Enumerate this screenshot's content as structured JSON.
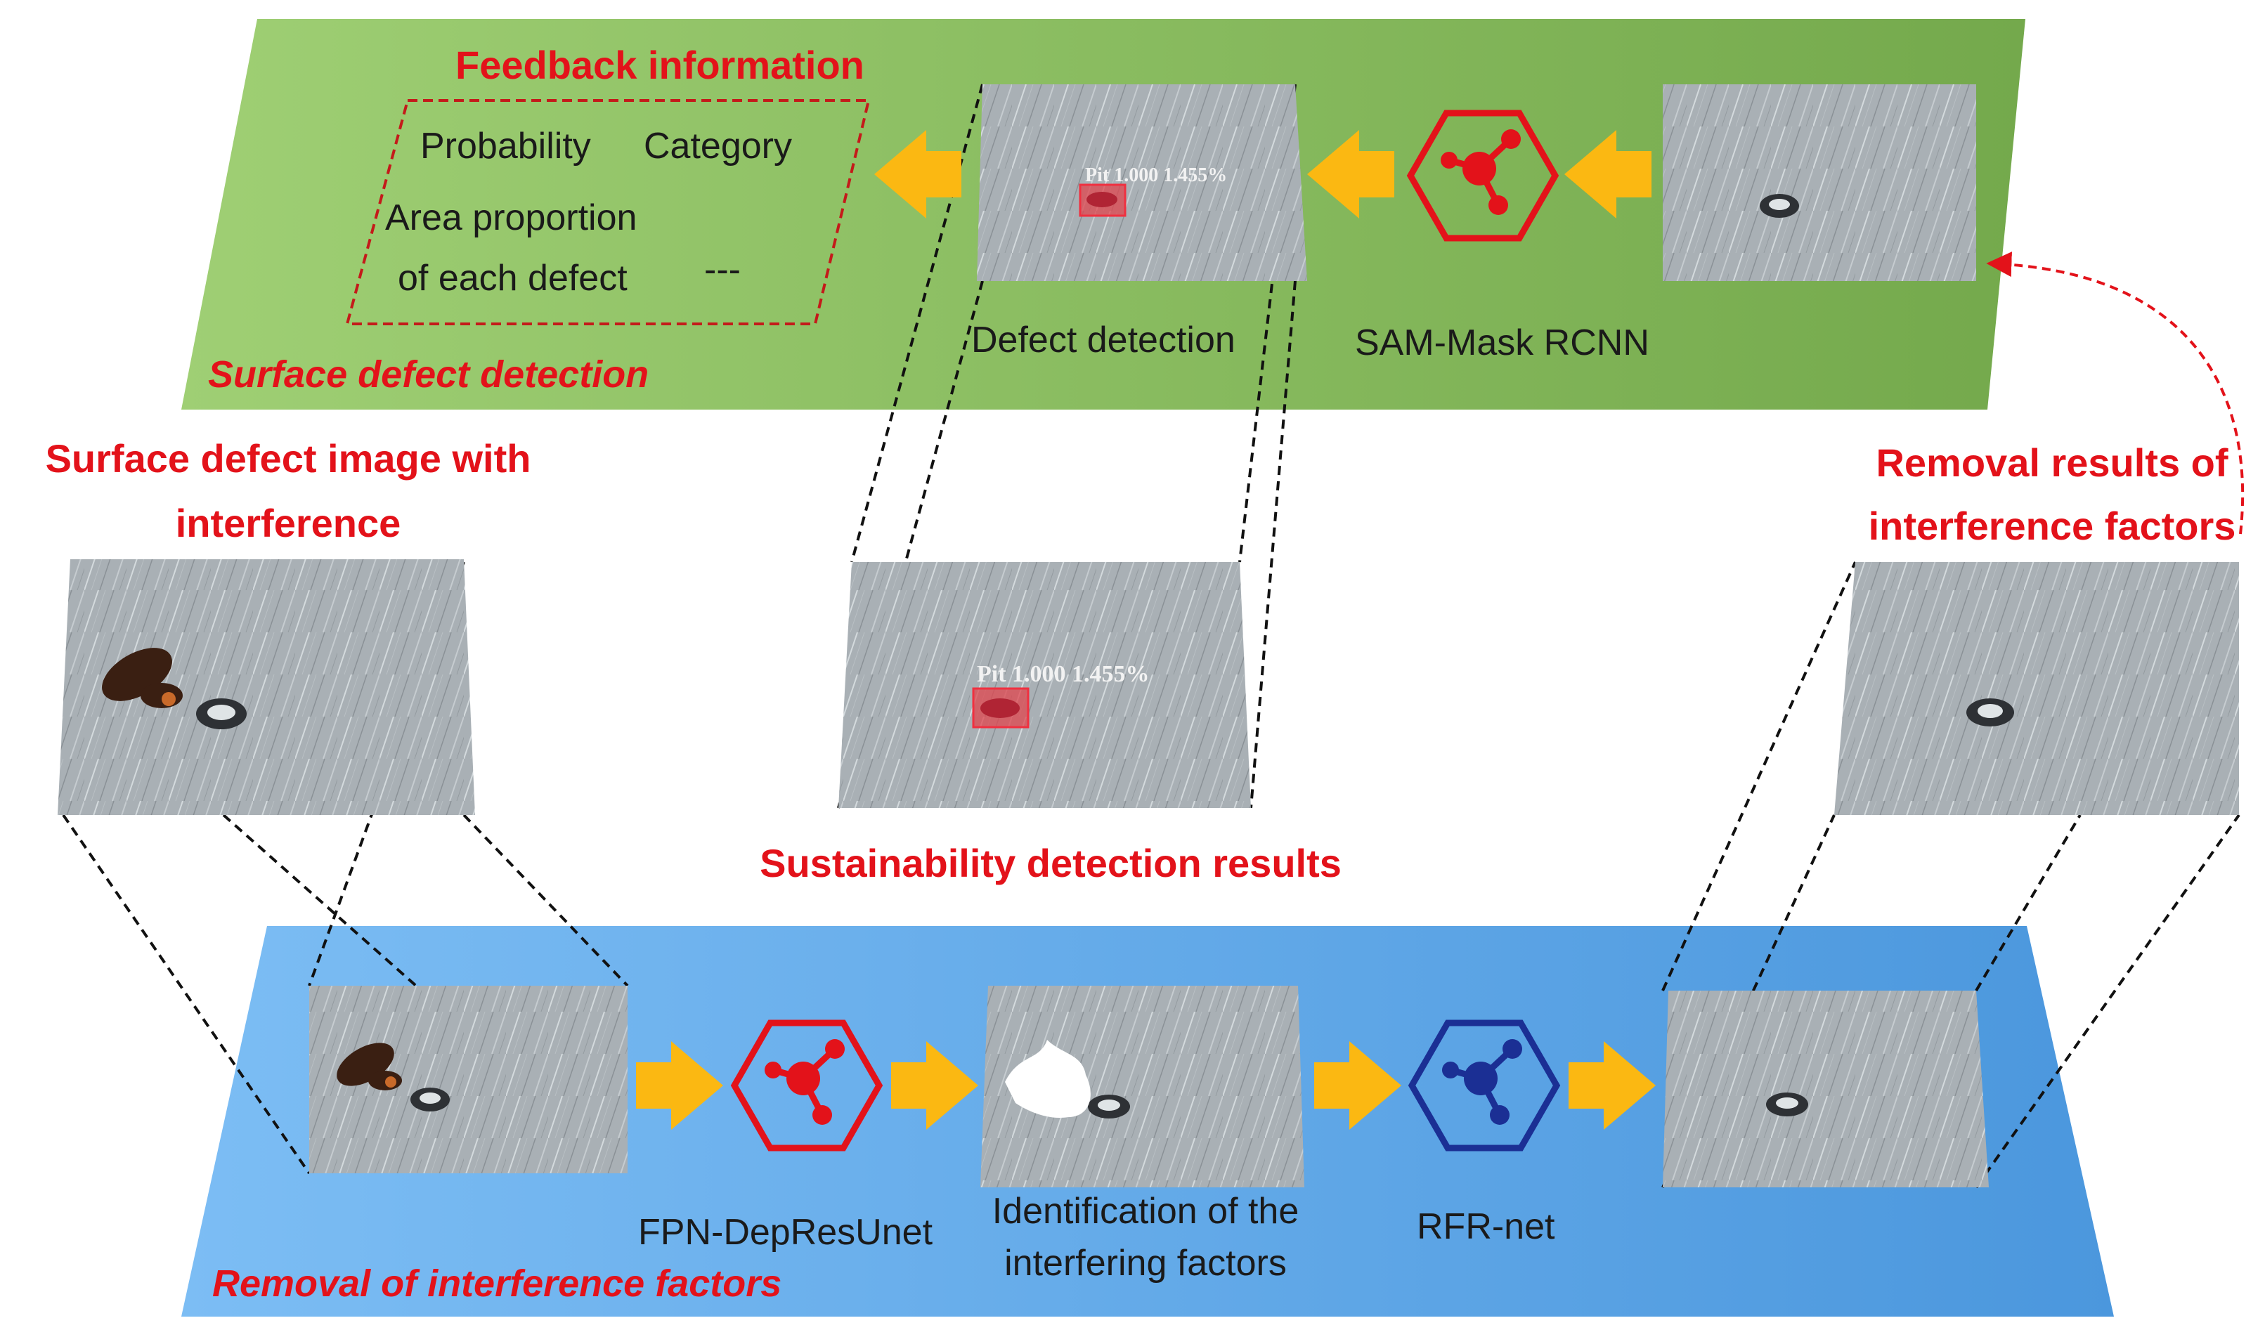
{
  "top_panel": {
    "title": "Surface defect detection",
    "feedback_title": "Feedback information",
    "feedback_items": [
      "Probability",
      "Category",
      "Area proportion",
      "of each defect",
      "---"
    ],
    "model_label": "SAM-Mask RCNN",
    "step_label": "Defect detection",
    "detection_overlay_text": "Pit 1.000 1.455%"
  },
  "bottom_panel": {
    "title": "Removal of interference factors",
    "model1_label": "FPN-DepResUnet",
    "step_label_line1": "Identification of the",
    "step_label_line2": "interfering factors",
    "model2_label": "RFR-net"
  },
  "side_labels": {
    "left_line1": "Surface defect image with",
    "left_line2": "interference",
    "right_line1": "Removal results of",
    "right_line2": "interference factors",
    "center": "Sustainability detection results"
  },
  "colors": {
    "top_panel": "#8cc063",
    "bottom_panel": "#6aaee9",
    "arrow": "#fbb812",
    "red": "#e3121a",
    "navy": "#1b2f94",
    "image_base": "#a7aeb3"
  },
  "icons": [
    "network-hexagon-icon",
    "arrow-right-icon"
  ]
}
